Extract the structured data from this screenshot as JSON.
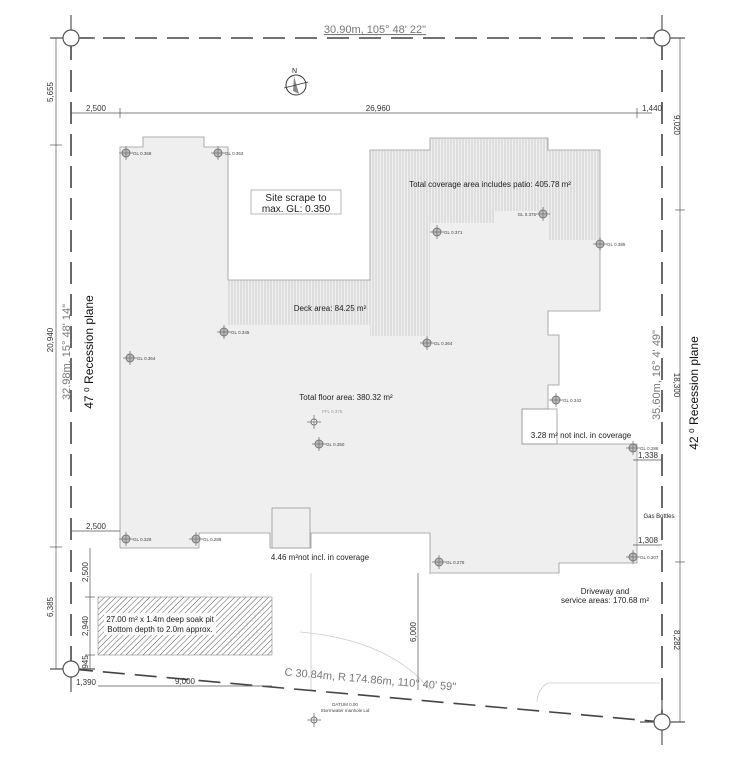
{
  "boundaries": {
    "top": "30.90m, 105° 48' 22\"",
    "left": "32.98m, 15° 48' 14\"",
    "right": "35.60m, 16° 4' 49\"",
    "bottom": "C 30.84m, R 174.86m, 110° 40' 59\""
  },
  "recession_planes": {
    "left": "47 ⁰ Recession plane",
    "right": "42 ⁰ Recession plane"
  },
  "dimensions": {
    "left_top": "5,655",
    "left_mid": "20,940",
    "left_bottom": "6,385",
    "top_left": "2,500",
    "top_mid": "26,960",
    "top_right": "1,440",
    "right_top": "9,020",
    "right_mid": "18,300",
    "right_bottom": "8,282",
    "rear_setback": "2,500",
    "gas_top": "1,338",
    "gas_bottom": "1,308",
    "pit_gap": "2,500",
    "pit_depth": "2,940",
    "pit_bottom": "945",
    "pit_offset": "1,390",
    "pit_length": "9,000",
    "drive_depth": "6,000"
  },
  "notes": {
    "site_scrape_1": "Site scrape to",
    "site_scrape_2": "max. GL: 0.350",
    "coverage": "Total coverage area includes patio: 405.78 m²",
    "deck": "Deck area: 84.25 m²",
    "floor": "Total floor area: 380.32 m²",
    "excl_small": "3.28 m² not incl. in coverage",
    "excl_garage": "4.46 m²not incl. in coverage",
    "gas": "Gas Bottles",
    "driveway_1": "Driveway and",
    "driveway_2": "service areas: 170.68 m²",
    "soak_1": "27.00 m² x 1.4m deep soak pit",
    "soak_2": "Bottom depth to 2.0m approx.",
    "datum_1": "DATUM 0.00",
    "datum_2": "Stormwater manhole Lid",
    "north": "N"
  },
  "levels": [
    "GL 0.368",
    "GL 0.363",
    "GL 0.371",
    "GL 0.375",
    "GL 0.385",
    "GL 0.345",
    "GL 0.364",
    "GL 0.364",
    "GL 0.342",
    "FFL 0.375",
    "GL 0.350",
    "GL 0.286",
    "GL 0.328",
    "GL 0.289",
    "GL 0.278",
    "GL 0.207"
  ],
  "colors": {
    "floor": "#efefef",
    "line": "#444444",
    "hatch": "#999999"
  }
}
